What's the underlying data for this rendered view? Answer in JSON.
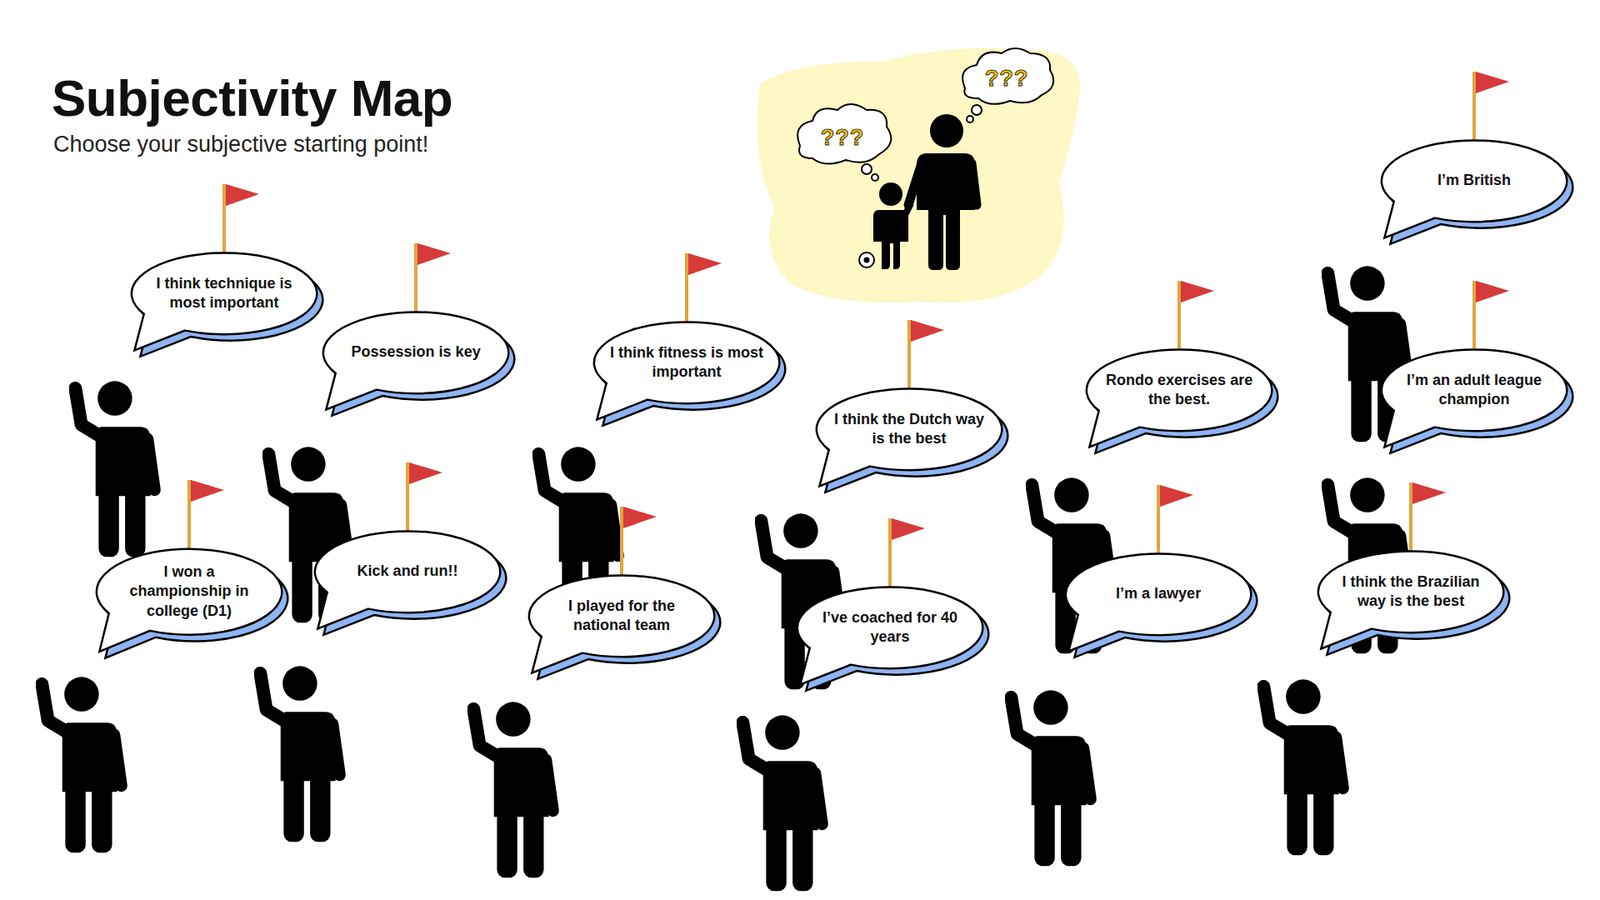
{
  "diagram": {
    "title": "Subjectivity Map",
    "caption": "Choose your subjective starting point!",
    "nodes": [
      {
        "text": [
          "I think technique is most important"
        ]
      },
      {
        "text": [
          "Possession is key"
        ]
      },
      {
        "text": [
          "I think fitness is most important"
        ]
      },
      {
        "text": [
          "I think the Dutch way is the best"
        ]
      },
      {
        "text": [
          "Rondo exercises are the best."
        ]
      },
      {
        "text": [
          "I’m British"
        ]
      },
      {
        "text": [
          "I’m an adult league champion"
        ]
      },
      {
        "text": [
          "I won a championship in college (D1)"
        ]
      },
      {
        "text": [
          "Kick and run!!"
        ]
      },
      {
        "text": [
          "I played for the national team"
        ]
      },
      {
        "text": [
          "I’ve coached for 40 years"
        ]
      },
      {
        "text": [
          "I’m a lawyer"
        ]
      },
      {
        "text": [
          "I think the Brazilian way is the best"
        ]
      }
    ],
    "labels": [
      "???",
      "???"
    ]
  }
}
